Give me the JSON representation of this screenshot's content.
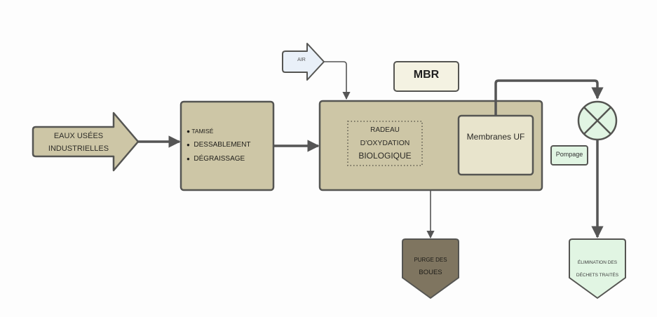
{
  "diagram": {
    "title_badge": "MBR",
    "input": {
      "line1": "EAUX USÉES",
      "line2": "INDUSTRIELLES"
    },
    "air": {
      "label": "AIR"
    },
    "pretreatment": {
      "items": [
        "TAMISÉ",
        "DESSABLEMENT",
        "DÉGRAISSAGE"
      ]
    },
    "bioreactor": {
      "raft": {
        "line1": "RADEAU",
        "line2": "D'OXYDATION",
        "line3": "BIOLOGIQUE"
      },
      "membranes": {
        "label": "Membranes UF"
      }
    },
    "pump": {
      "label": "Pompage",
      "icon": "pump-valve-icon"
    },
    "sludge_purge": {
      "line1": "PURGE DES",
      "line2": "BOUES"
    },
    "treated_disposal": {
      "line1": "ÉLIMINATION DES",
      "line2": "DÉCHETS TRAITÉS"
    },
    "colors": {
      "khaki_fill": "#cdc6a6",
      "khaki_border": "#555552",
      "membrane_fill": "#e8e4cc",
      "mbr_fill": "#f4f2e2",
      "air_fill": "#e9f0f8",
      "green_fill": "#e1f5e3",
      "purge_fill": "#7f7560",
      "line": "#555555"
    }
  }
}
